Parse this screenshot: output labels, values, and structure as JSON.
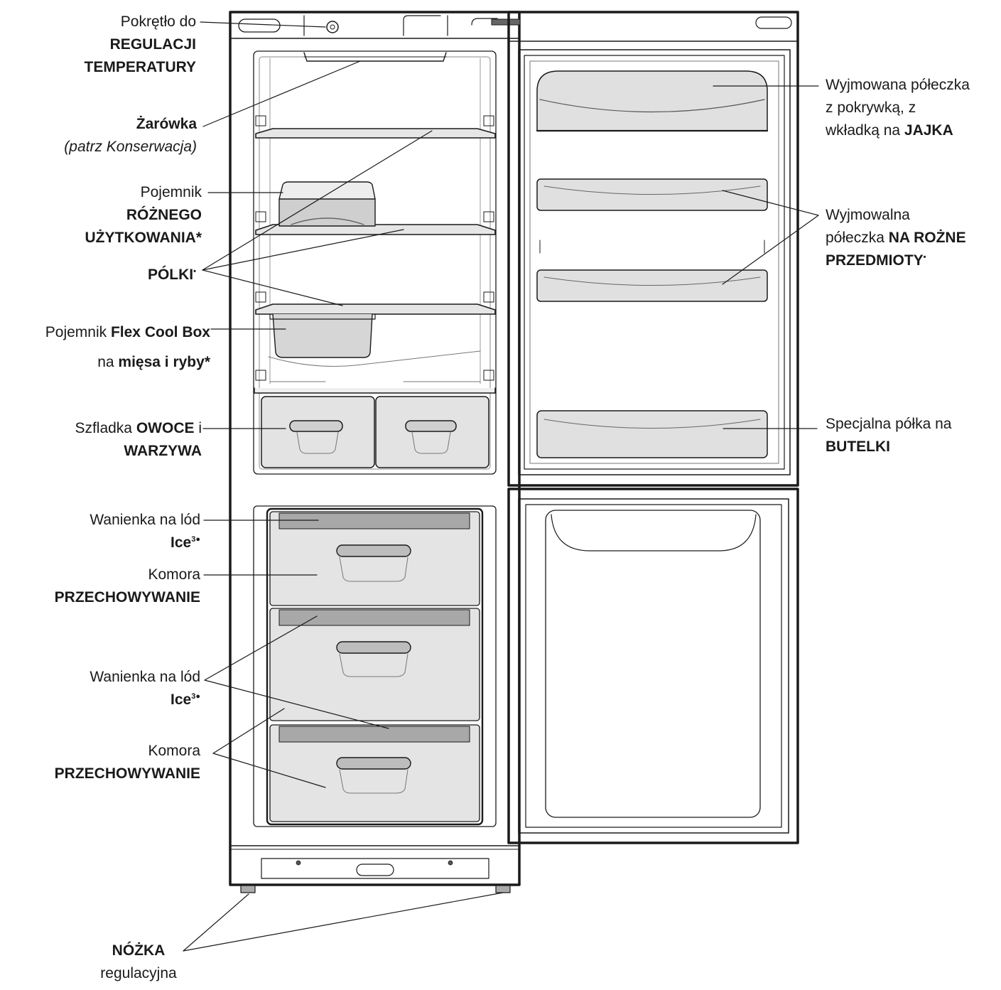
{
  "labels": {
    "temp_knob": {
      "l1": "Pokrętło do",
      "l2": "REGULACJI",
      "l3": "TEMPERATURY"
    },
    "bulb": {
      "l1": "Żarówka",
      "l2": "(patrz Konserwacja)"
    },
    "multi_container": {
      "l1": "Pojemnik",
      "l2": "RÓŻNEGO",
      "l3": "UŻYTKOWANIA*"
    },
    "shelves": {
      "l1": "PÓLKI",
      "mark": "•"
    },
    "flex_box": {
      "l1a": "Pojemnik ",
      "l1b": "Flex Cool Box",
      "l2a": "na ",
      "l2b": "mięsa i ryby*"
    },
    "veg_drawer": {
      "l1a": "Szfladka ",
      "l1b": "OWOCE",
      "l1c": " i",
      "l2": "WARZYWA"
    },
    "ice_tray_1": {
      "l1": "Wanienka na lód",
      "l2": "Ice",
      "sup": "3●"
    },
    "storage_1": {
      "l1": "Komora",
      "l2": "PRZECHOWYWANIE"
    },
    "ice_tray_2": {
      "l1": "Wanienka na lód",
      "l2": "Ice",
      "sup": "3●"
    },
    "storage_2": {
      "l1": "Komora",
      "l2": "PRZECHOWYWANIE"
    },
    "foot": {
      "l1": "NÓŻKA",
      "l2": "regulacyjna"
    },
    "egg_shelf": {
      "l1": "Wyjmowana półeczka",
      "l2": "z pokrywką, z",
      "l3a": "wkładką na ",
      "l3b": "JAJKA"
    },
    "misc_shelf": {
      "l1": "Wyjmowalna",
      "l2a": "półeczka ",
      "l2b": "NA ROŻNE",
      "l3": "PRZEDMIOTY",
      "mark": "•"
    },
    "bottle_shelf": {
      "l1": "Specjalna półka na",
      "l2": "BUTELKI"
    }
  }
}
